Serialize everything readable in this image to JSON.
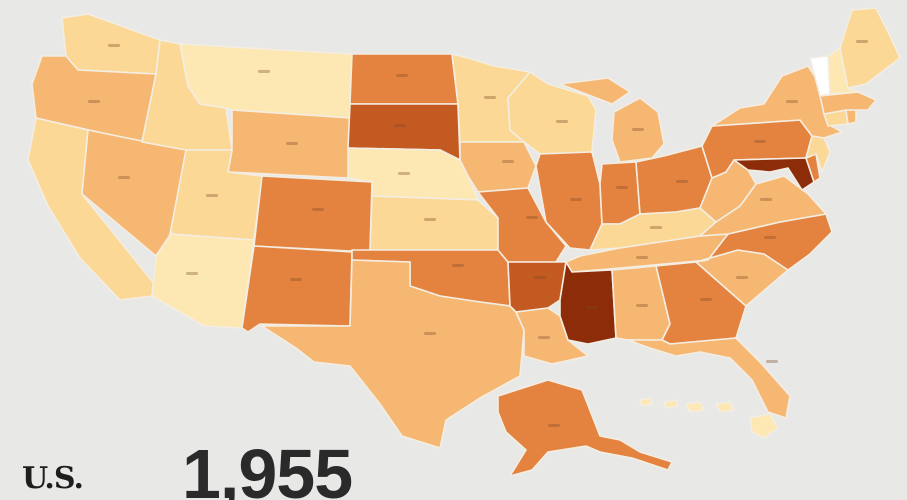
{
  "map": {
    "country_label": "U.S.",
    "total_value": "1,955",
    "color_scale": {
      "lightest": "#ffffff",
      "light": "#fde8b4",
      "pale": "#fbd896",
      "medium": "#f6b772",
      "dark": "#e3833f",
      "darker": "#c25a22",
      "darkest": "#8c2c08"
    },
    "states": [
      {
        "code": "WA",
        "shade": "pale"
      },
      {
        "code": "OR",
        "shade": "medium"
      },
      {
        "code": "CA",
        "shade": "pale"
      },
      {
        "code": "NV",
        "shade": "medium"
      },
      {
        "code": "ID",
        "shade": "pale"
      },
      {
        "code": "MT",
        "shade": "light"
      },
      {
        "code": "WY",
        "shade": "medium"
      },
      {
        "code": "UT",
        "shade": "pale"
      },
      {
        "code": "AZ",
        "shade": "light"
      },
      {
        "code": "CO",
        "shade": "dark"
      },
      {
        "code": "NM",
        "shade": "dark"
      },
      {
        "code": "ND",
        "shade": "dark"
      },
      {
        "code": "SD",
        "shade": "darker"
      },
      {
        "code": "NE",
        "shade": "light"
      },
      {
        "code": "KS",
        "shade": "pale"
      },
      {
        "code": "OK",
        "shade": "dark"
      },
      {
        "code": "TX",
        "shade": "medium"
      },
      {
        "code": "MN",
        "shade": "pale"
      },
      {
        "code": "IA",
        "shade": "medium"
      },
      {
        "code": "MO",
        "shade": "dark"
      },
      {
        "code": "AR",
        "shade": "darker"
      },
      {
        "code": "LA",
        "shade": "medium"
      },
      {
        "code": "WI",
        "shade": "pale"
      },
      {
        "code": "IL",
        "shade": "dark"
      },
      {
        "code": "MI",
        "shade": "medium"
      },
      {
        "code": "IN",
        "shade": "dark"
      },
      {
        "code": "OH",
        "shade": "dark"
      },
      {
        "code": "KY",
        "shade": "pale"
      },
      {
        "code": "TN",
        "shade": "medium"
      },
      {
        "code": "MS",
        "shade": "darkest"
      },
      {
        "code": "AL",
        "shade": "medium"
      },
      {
        "code": "GA",
        "shade": "dark"
      },
      {
        "code": "FL",
        "shade": "medium"
      },
      {
        "code": "SC",
        "shade": "medium"
      },
      {
        "code": "NC",
        "shade": "dark"
      },
      {
        "code": "VA",
        "shade": "medium"
      },
      {
        "code": "WV",
        "shade": "medium"
      },
      {
        "code": "PA",
        "shade": "dark"
      },
      {
        "code": "NY",
        "shade": "medium"
      },
      {
        "code": "MD",
        "shade": "darkest"
      },
      {
        "code": "DE",
        "shade": "dark"
      },
      {
        "code": "NJ",
        "shade": "pale"
      },
      {
        "code": "CT",
        "shade": "pale"
      },
      {
        "code": "RI",
        "shade": "medium"
      },
      {
        "code": "MA",
        "shade": "medium"
      },
      {
        "code": "VT",
        "shade": "lightest"
      },
      {
        "code": "NH",
        "shade": "light"
      },
      {
        "code": "ME",
        "shade": "pale"
      },
      {
        "code": "AK",
        "shade": "dark"
      },
      {
        "code": "HI",
        "shade": "light"
      }
    ]
  }
}
